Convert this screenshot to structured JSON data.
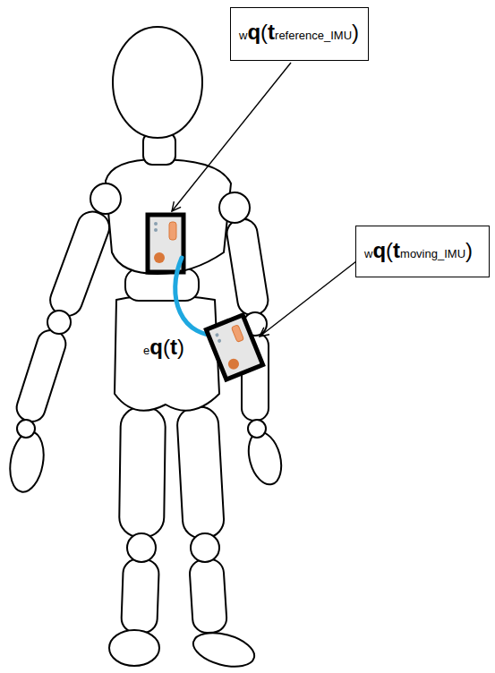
{
  "diagram": {
    "nodes": [
      {
        "text": [
          "wq(treference_IMU)"
        ]
      },
      {
        "text": [
          "wq(tmoving_IMU)"
        ]
      }
    ],
    "labels": [
      "eq(t)"
    ]
  }
}
